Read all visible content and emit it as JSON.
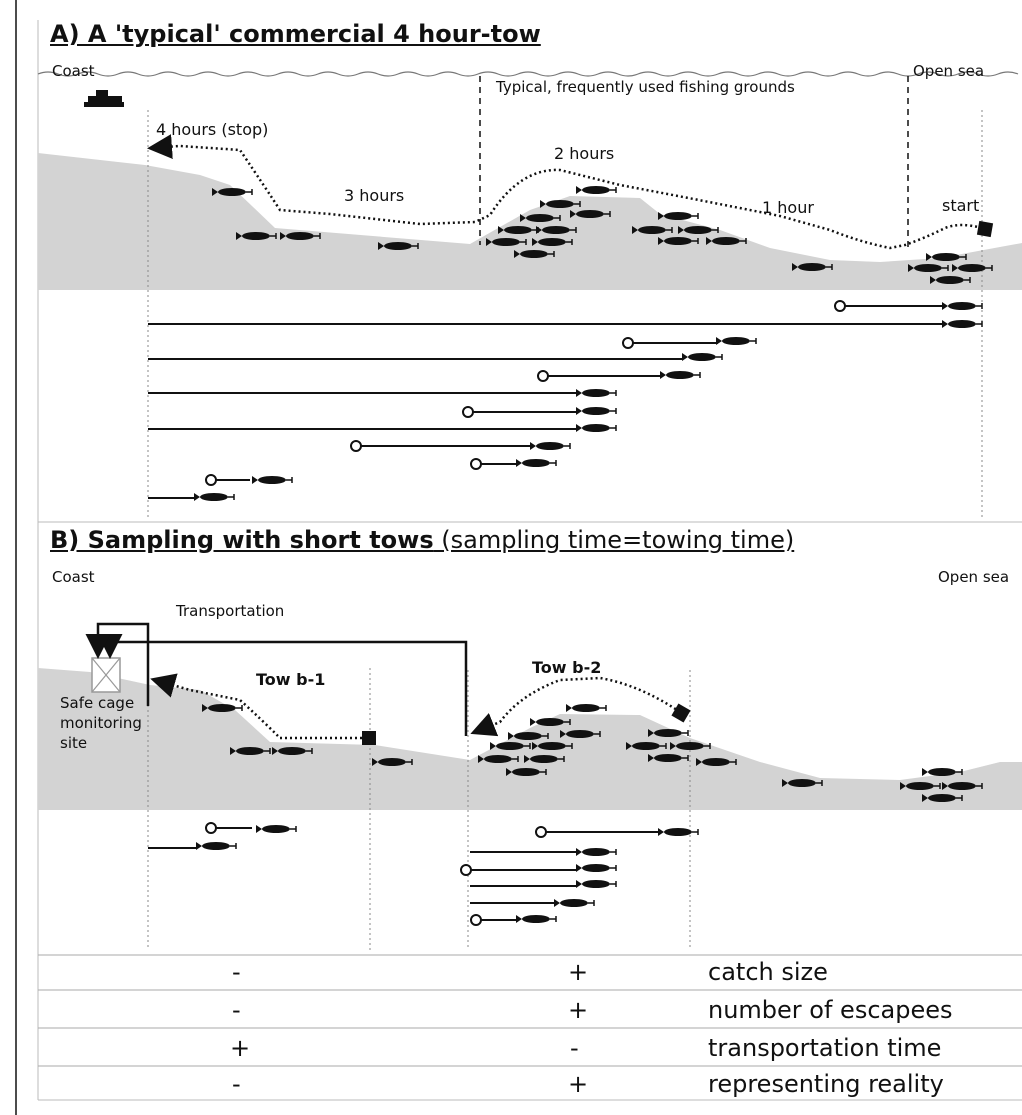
{
  "sectionA": {
    "title": "A) A 'typical' commercial 4 hour-tow",
    "coast": "Coast",
    "open_sea": "Open sea",
    "grounds_label": "Typical, frequently used fishing grounds",
    "stop_label": "4 hours (stop)",
    "three_hours": "3 hours",
    "two_hours": "2 hours",
    "one_hour": "1 hour",
    "start_label": "start"
  },
  "sectionB": {
    "title_bold": "B) Sampling with short tows",
    "title_rest": " (sampling time=towing time)",
    "coast": "Coast",
    "open_sea": "Open sea",
    "transportation": "Transportation",
    "tow1": "Tow b-1",
    "tow2": "Tow b-2",
    "cage_label_1": "Safe cage",
    "cage_label_2": "monitoring",
    "cage_label_3": "site"
  },
  "table": {
    "rows": [
      {
        "b1": "-",
        "b2": "+",
        "label": "catch size"
      },
      {
        "b1": "-",
        "b2": "+",
        "label": "number of escapees"
      },
      {
        "b1": "+",
        "b2": "-",
        "label": "transportation time"
      },
      {
        "b1": "-",
        "b2": "+",
        "label": "representing reality"
      }
    ]
  },
  "colors": {
    "seabed": "#d3d3d3",
    "ink": "#111111",
    "grid": "#999999"
  }
}
